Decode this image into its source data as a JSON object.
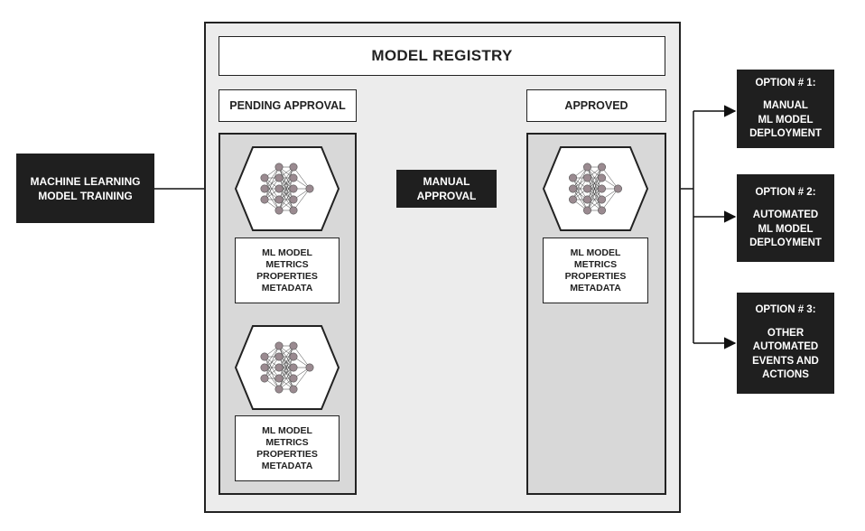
{
  "training": {
    "lines": [
      "MACHINE LEARNING",
      "MODEL TRAINING"
    ]
  },
  "registry": {
    "title": "MODEL REGISTRY"
  },
  "pending": {
    "label": "PENDING APPROVAL",
    "models": [
      {
        "lines": [
          "ML MODEL",
          "METRICS",
          "PROPERTIES",
          "METADATA"
        ]
      },
      {
        "lines": [
          "ML MODEL",
          "METRICS",
          "PROPERTIES",
          "METADATA"
        ]
      }
    ]
  },
  "manual_approval": {
    "lines": [
      "MANUAL",
      "APPROVAL"
    ]
  },
  "approved": {
    "label": "APPROVED",
    "models": [
      {
        "lines": [
          "ML MODEL",
          "METRICS",
          "PROPERTIES",
          "METADATA"
        ]
      }
    ]
  },
  "options": [
    {
      "title": "OPTION # 1:",
      "lines": [
        "MANUAL",
        "ML MODEL",
        "DEPLOYMENT"
      ]
    },
    {
      "title": "OPTION # 2:",
      "lines": [
        "AUTOMATED",
        "ML MODEL",
        "DEPLOYMENT"
      ]
    },
    {
      "title": "OPTION # 3:",
      "lines": [
        "OTHER",
        "AUTOMATED",
        "EVENTS AND",
        "ACTIONS"
      ]
    }
  ],
  "colors": {
    "dark_box": "#1f1f1f",
    "registry_bg": "#ececec",
    "stage_bg": "#d8d8d8",
    "node_fill": "#9a8a90",
    "edge": "#3a3a3a"
  },
  "icons": [
    "neural-network-icon"
  ]
}
